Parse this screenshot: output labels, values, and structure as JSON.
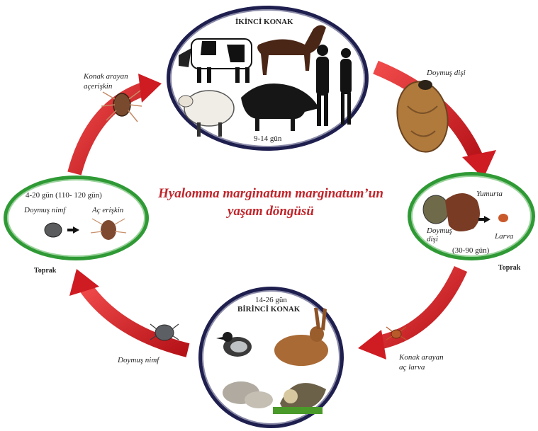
{
  "title": {
    "line1": "Hyalomma marginatum marginatum’un",
    "line2": "yaşam döngüsü"
  },
  "top_host": {
    "label": "İKİNCİ KONAK",
    "duration": "9-14 gün"
  },
  "right_stage": {
    "egg": "Yumurta",
    "engorged_female": "Doymuş\ndişi",
    "larva": "Larva",
    "duration": "(30-90 gün)"
  },
  "bottom_host": {
    "duration": "14-26 gün",
    "label": "BİRİNCİ KONAK"
  },
  "left_stage": {
    "duration": "4-20 gün (110- 120 gün)",
    "engorged_nymph": "Doymuş nimf",
    "hungry_adult": "Aç erişkin"
  },
  "labels": {
    "host_seeking_adult": "Konak arayan\naçerişkin",
    "engorged_female_top": "Doymuş dişi",
    "soil_right": "Toprak",
    "soil_left": "Toprak",
    "host_seeking_larva": "Konak arayan\naç larva",
    "engorged_nymph_bottom": "Doymuş nimf"
  },
  "colors": {
    "arrow_red": "#d91f26",
    "title_red": "#c0242a",
    "navy_ring": "#1f1f4f",
    "green_ring": "#2f9a35"
  }
}
